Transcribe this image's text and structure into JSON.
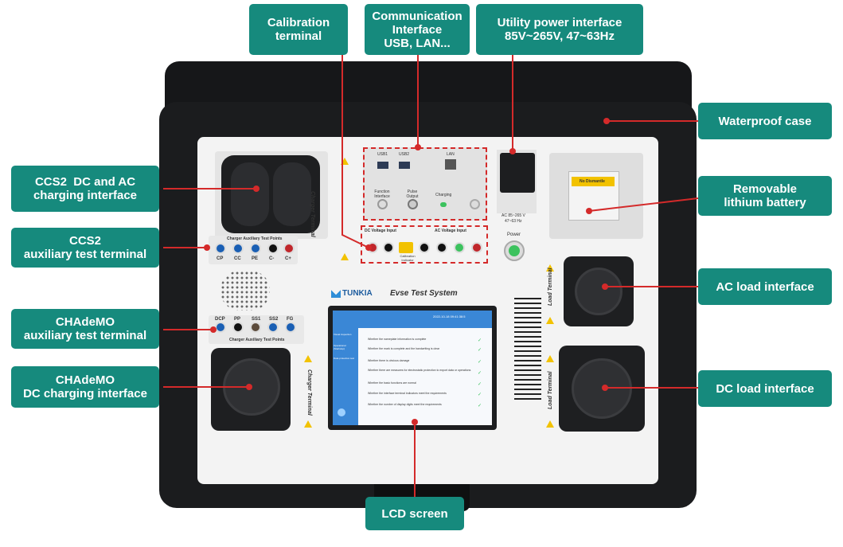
{
  "callouts": {
    "calibration": [
      "Calibration",
      "terminal"
    ],
    "communication": [
      "Communication",
      "Interface",
      "USB, LAN..."
    ],
    "utility": [
      "Utility power interface",
      "85V~265V, 47~63Hz"
    ],
    "waterproof": [
      "Waterproof case"
    ],
    "ccs2_dc_ac": [
      "CCS2  DC and AC",
      "charging interface"
    ],
    "removable_battery": [
      "Removable",
      "lithium battery"
    ],
    "ccs2_aux": [
      "CCS2",
      "auxiliary test terminal"
    ],
    "ac_load": [
      "AC load interface"
    ],
    "chademo_aux": [
      "CHAdeMO",
      "auxiliary test terminal"
    ],
    "chademo_dc": [
      "CHAdeMO",
      "DC charging interface"
    ],
    "dc_load": [
      "DC load interface"
    ],
    "lcd": [
      "LCD screen"
    ]
  },
  "device": {
    "brand": "TUNKIA",
    "model_title": "Evse Test System",
    "ccs2_aux_title": "Charger Auxiliary Test Points",
    "ccs2_aux_pins": [
      "CP",
      "CC",
      "PE",
      "C-",
      "C+"
    ],
    "chademo_aux_title": "Charger Auxiliary Test Points",
    "chademo_aux_pins": [
      "DCP",
      "PP",
      "SS1",
      "SS2",
      "FG"
    ],
    "charger_terminal_label": "Charger Terminal",
    "load_terminal_ac": "Load Terminal",
    "load_terminal_dc": "Load Terminal",
    "usb1": "USB1",
    "usb2": "USB2",
    "lan": "LAN",
    "function_interface": "Function Interface",
    "pulse_output": "Pulse Output",
    "charging": "Charging",
    "dc_voltage_input": "DC Voltage Input",
    "ac_voltage_input": "AC Voltage Input",
    "calibration_indicator": "Calibration Indicator",
    "ac_rating": [
      "AC 85~265 V",
      "47~63 Hz"
    ],
    "power_label": "Power",
    "battery_label": "No Dismantle"
  },
  "screen": {
    "checklist": [
      "Whether the nameplate information is complete",
      "Whether the mark is complete and the handwriting is clear",
      "Whether there is obvious damage",
      "Whether there are measures for electrostatic protection to export data or operations",
      "Whether the basic functions are normal",
      "Whether the interface terminal indicators meet the requirements",
      "Whether the number of display digits meet the requirements"
    ],
    "sidebar_items": [
      "Visual inspection",
      "Operational (Startstop)",
      "Data protection test"
    ],
    "status_time": "2022-10-18 09:41:38:5"
  },
  "colors": {
    "callout_bg": "#168a7d",
    "leader_line": "#d42a2a",
    "case": "#1b1c1e",
    "panel": "#f3f3f3",
    "screen_blue": "#3a87d6"
  }
}
